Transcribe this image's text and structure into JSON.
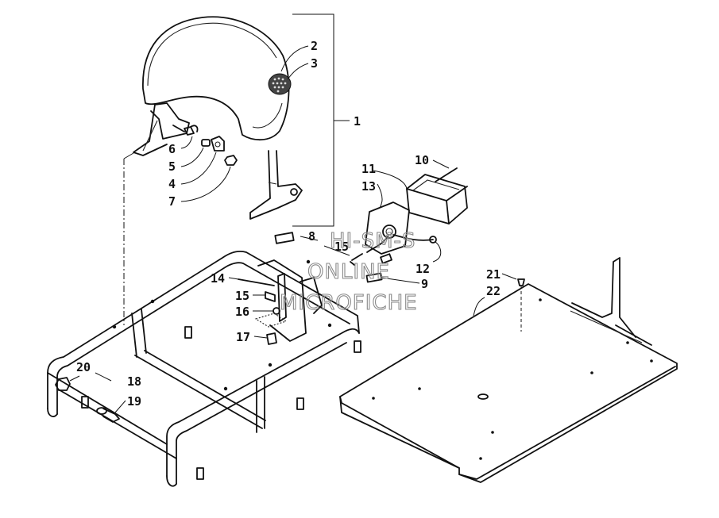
{
  "callouts": [
    {
      "id": "1",
      "text": "1"
    },
    {
      "id": "2",
      "text": "2"
    },
    {
      "id": "3",
      "text": "3"
    },
    {
      "id": "4",
      "text": "4"
    },
    {
      "id": "5",
      "text": "5"
    },
    {
      "id": "6",
      "text": "6"
    },
    {
      "id": "7",
      "text": "7"
    },
    {
      "id": "8",
      "text": "8"
    },
    {
      "id": "9",
      "text": "9"
    },
    {
      "id": "10",
      "text": "10"
    },
    {
      "id": "11",
      "text": "11"
    },
    {
      "id": "12",
      "text": "12"
    },
    {
      "id": "13",
      "text": "13"
    },
    {
      "id": "14",
      "text": "14"
    },
    {
      "id": "15a",
      "text": "15"
    },
    {
      "id": "15b",
      "text": "15"
    },
    {
      "id": "16",
      "text": "16"
    },
    {
      "id": "17",
      "text": "17"
    },
    {
      "id": "18",
      "text": "18"
    },
    {
      "id": "19",
      "text": "19"
    },
    {
      "id": "20",
      "text": "20"
    },
    {
      "id": "21",
      "text": "21"
    },
    {
      "id": "22",
      "text": "22"
    }
  ],
  "watermark": {
    "line1": "HI-SM-S",
    "line2": "ONLINE",
    "line3": "MICROFICHE"
  }
}
